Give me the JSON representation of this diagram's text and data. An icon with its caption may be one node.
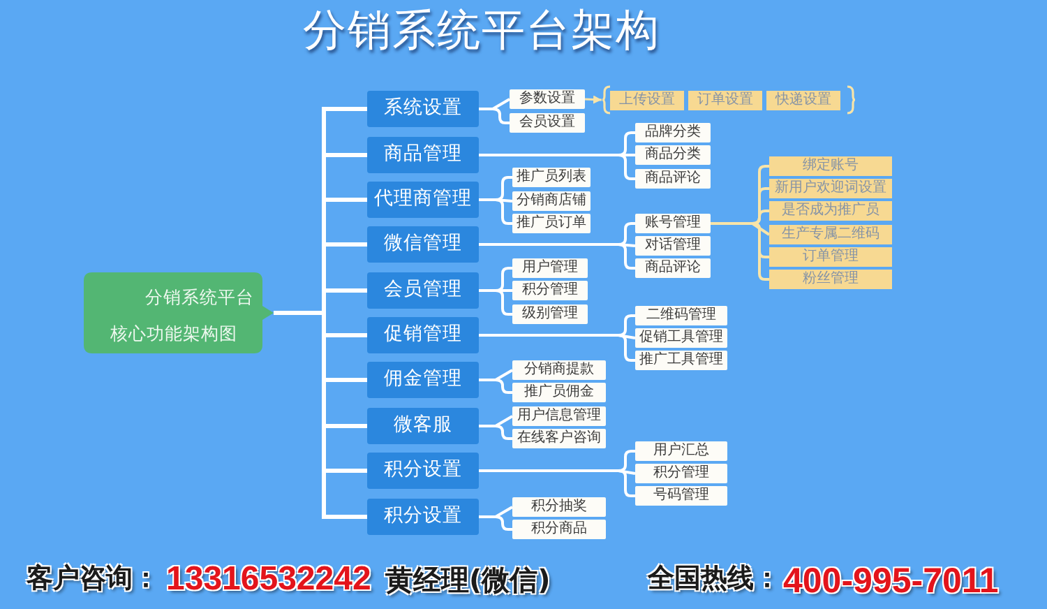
{
  "diagram": {
    "title": "分销系统平台架构",
    "nodes": [
      {
        "text": [
          "分销系统平台",
          "核心功能架构图"
        ]
      },
      {
        "text": [
          "系统设置"
        ]
      },
      {
        "text": [
          "参数设置"
        ]
      },
      {
        "text": [
          "会员设置"
        ]
      },
      {
        "text": [],
        "shape": "bracket"
      },
      {
        "text": [
          "上传设置"
        ],
        "in": 4
      },
      {
        "text": [
          "订单设置"
        ],
        "in": 4
      },
      {
        "text": [
          "快递设置"
        ],
        "in": 4
      },
      {
        "text": [
          "商品管理"
        ]
      },
      {
        "text": [
          "品牌分类"
        ]
      },
      {
        "text": [
          "商品分类"
        ]
      },
      {
        "text": [
          "商品评论"
        ]
      },
      {
        "text": [
          "代理商管理"
        ]
      },
      {
        "text": [
          "推广员列表"
        ]
      },
      {
        "text": [
          "分销商店铺"
        ]
      },
      {
        "text": [
          "推广员订单"
        ]
      },
      {
        "text": [
          "微信管理"
        ]
      },
      {
        "text": [
          "账号管理"
        ]
      },
      {
        "text": [
          "对话管理"
        ]
      },
      {
        "text": [
          "商品评论"
        ]
      },
      {
        "text": [
          "绑定账号"
        ]
      },
      {
        "text": [
          "新用户欢迎词设置"
        ]
      },
      {
        "text": [
          "是否成为推广员"
        ]
      },
      {
        "text": [
          "生产专属二维码"
        ]
      },
      {
        "text": [
          "订单管理"
        ]
      },
      {
        "text": [
          "粉丝管理"
        ]
      },
      {
        "text": [
          "会员管理"
        ]
      },
      {
        "text": [
          "用户管理"
        ]
      },
      {
        "text": [
          "积分管理"
        ]
      },
      {
        "text": [
          "级别管理"
        ]
      },
      {
        "text": [
          "促销管理"
        ]
      },
      {
        "text": [
          "二维码管理"
        ]
      },
      {
        "text": [
          "促销工具管理"
        ]
      },
      {
        "text": [
          "推广工具管理"
        ]
      },
      {
        "text": [
          "佣金管理"
        ]
      },
      {
        "text": [
          "分销商提款"
        ]
      },
      {
        "text": [
          "推广员佣金"
        ]
      },
      {
        "text": [
          "微客服"
        ]
      },
      {
        "text": [
          "用户信息管理"
        ]
      },
      {
        "text": [
          "在线客户咨询"
        ]
      },
      {
        "text": [
          "积分设置"
        ]
      },
      {
        "text": [
          "用户汇总"
        ]
      },
      {
        "text": [
          "积分管理"
        ]
      },
      {
        "text": [
          "号码管理"
        ]
      },
      {
        "text": [
          "积分设置"
        ]
      },
      {
        "text": [
          "积分抽奖"
        ]
      },
      {
        "text": [
          "积分商品"
        ]
      }
    ],
    "edges": [
      {
        "from": 0,
        "to": 1,
        "arrow": "none"
      },
      {
        "from": 0,
        "to": 8,
        "arrow": "none"
      },
      {
        "from": 0,
        "to": 12,
        "arrow": "none"
      },
      {
        "from": 0,
        "to": 16,
        "arrow": "none"
      },
      {
        "from": 0,
        "to": 26,
        "arrow": "none"
      },
      {
        "from": 0,
        "to": 30,
        "arrow": "none"
      },
      {
        "from": 0,
        "to": 34,
        "arrow": "none"
      },
      {
        "from": 0,
        "to": 37,
        "arrow": "none"
      },
      {
        "from": 0,
        "to": 40,
        "arrow": "none"
      },
      {
        "from": 0,
        "to": 44,
        "arrow": "none"
      },
      {
        "from": 1,
        "to": 2,
        "arrow": "none"
      },
      {
        "from": 1,
        "to": 3,
        "arrow": "none"
      },
      {
        "from": 2,
        "to": 4,
        "arrow": "to",
        "color": "#f8e4a8"
      },
      {
        "from": 8,
        "to": 9,
        "arrow": "none"
      },
      {
        "from": 8,
        "to": 10,
        "arrow": "none"
      },
      {
        "from": 8,
        "to": 11,
        "arrow": "none"
      },
      {
        "from": 12,
        "to": 13,
        "arrow": "none"
      },
      {
        "from": 12,
        "to": 14,
        "arrow": "none"
      },
      {
        "from": 12,
        "to": 15,
        "arrow": "none"
      },
      {
        "from": 16,
        "to": 17,
        "arrow": "none"
      },
      {
        "from": 16,
        "to": 18,
        "arrow": "none"
      },
      {
        "from": 16,
        "to": 19,
        "arrow": "none"
      },
      {
        "from": 17,
        "to": 20,
        "arrow": "none",
        "color": "#f8e4a8"
      },
      {
        "from": 17,
        "to": 21,
        "arrow": "none",
        "color": "#f8e4a8"
      },
      {
        "from": 17,
        "to": 22,
        "arrow": "none",
        "color": "#f8e4a8"
      },
      {
        "from": 17,
        "to": 23,
        "arrow": "none",
        "color": "#f8e4a8"
      },
      {
        "from": 17,
        "to": 24,
        "arrow": "none",
        "color": "#f8e4a8"
      },
      {
        "from": 17,
        "to": 25,
        "arrow": "none",
        "color": "#f8e4a8"
      },
      {
        "from": 26,
        "to": 27,
        "arrow": "none"
      },
      {
        "from": 26,
        "to": 28,
        "arrow": "none"
      },
      {
        "from": 26,
        "to": 29,
        "arrow": "none"
      },
      {
        "from": 30,
        "to": 31,
        "arrow": "none"
      },
      {
        "from": 30,
        "to": 32,
        "arrow": "none"
      },
      {
        "from": 30,
        "to": 33,
        "arrow": "none"
      },
      {
        "from": 34,
        "to": 35,
        "arrow": "none"
      },
      {
        "from": 34,
        "to": 36,
        "arrow": "none"
      },
      {
        "from": 37,
        "to": 38,
        "arrow": "none"
      },
      {
        "from": 37,
        "to": 39,
        "arrow": "none"
      },
      {
        "from": 40,
        "to": 41,
        "arrow": "none"
      },
      {
        "from": 40,
        "to": 42,
        "arrow": "none"
      },
      {
        "from": 40,
        "to": 43,
        "arrow": "none"
      },
      {
        "from": 44,
        "to": 45,
        "arrow": "none"
      },
      {
        "from": 44,
        "to": 46,
        "arrow": "none"
      }
    ],
    "labels": [
      "客户咨询：",
      "13316532242",
      "黄经理(微信)",
      "全国热线：",
      "400-995-7011"
    ]
  }
}
